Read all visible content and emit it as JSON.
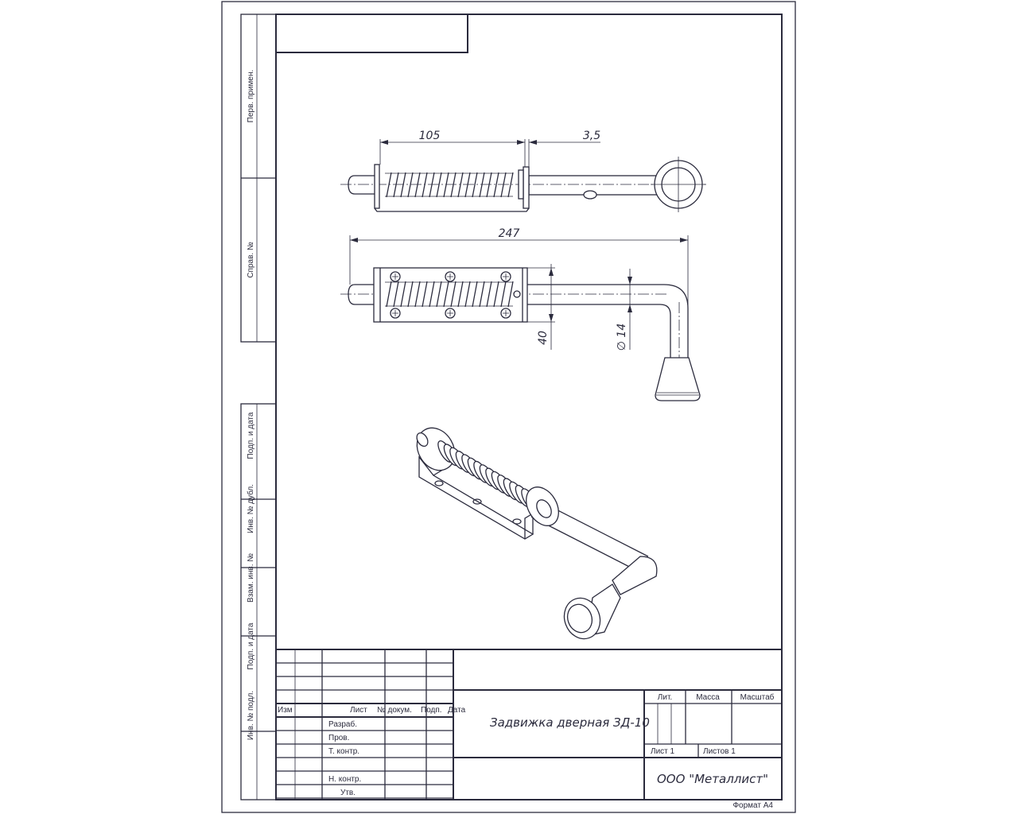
{
  "side_strip": {
    "perv_primen": "Перв. примен.",
    "sprav_no": "Справ. №",
    "podp_data_1": "Подп. и дата",
    "inv_dubl": "Инв. № дубл.",
    "vzam_inv": "Взам. инв. №",
    "podp_data_2": "Подп. и дата",
    "inv_podl": "Инв. № подл."
  },
  "dimensions": {
    "length_spring": "105",
    "gap": "3,5",
    "total_length": "247",
    "plate_width": "40",
    "rod_diameter": "∅ 14"
  },
  "title_block": {
    "izm": "Изм",
    "list": "Лист",
    "no_dokum": "№ докум.",
    "podp": "Подп.",
    "data": "Дата",
    "razrab": "Разраб.",
    "prov": "Пров.",
    "t_kontr": "Т. контр.",
    "n_kontr": "Н. контр.",
    "utv": "Утв.",
    "title": "Задвижка дверная ЗД-10",
    "lit": "Лит.",
    "massa": "Масса",
    "masshtab": "Масштаб",
    "sheet": "Лист 1",
    "sheets": "Листов 1",
    "company": "ООО \"Металлист\"",
    "format": "Формат А4"
  }
}
